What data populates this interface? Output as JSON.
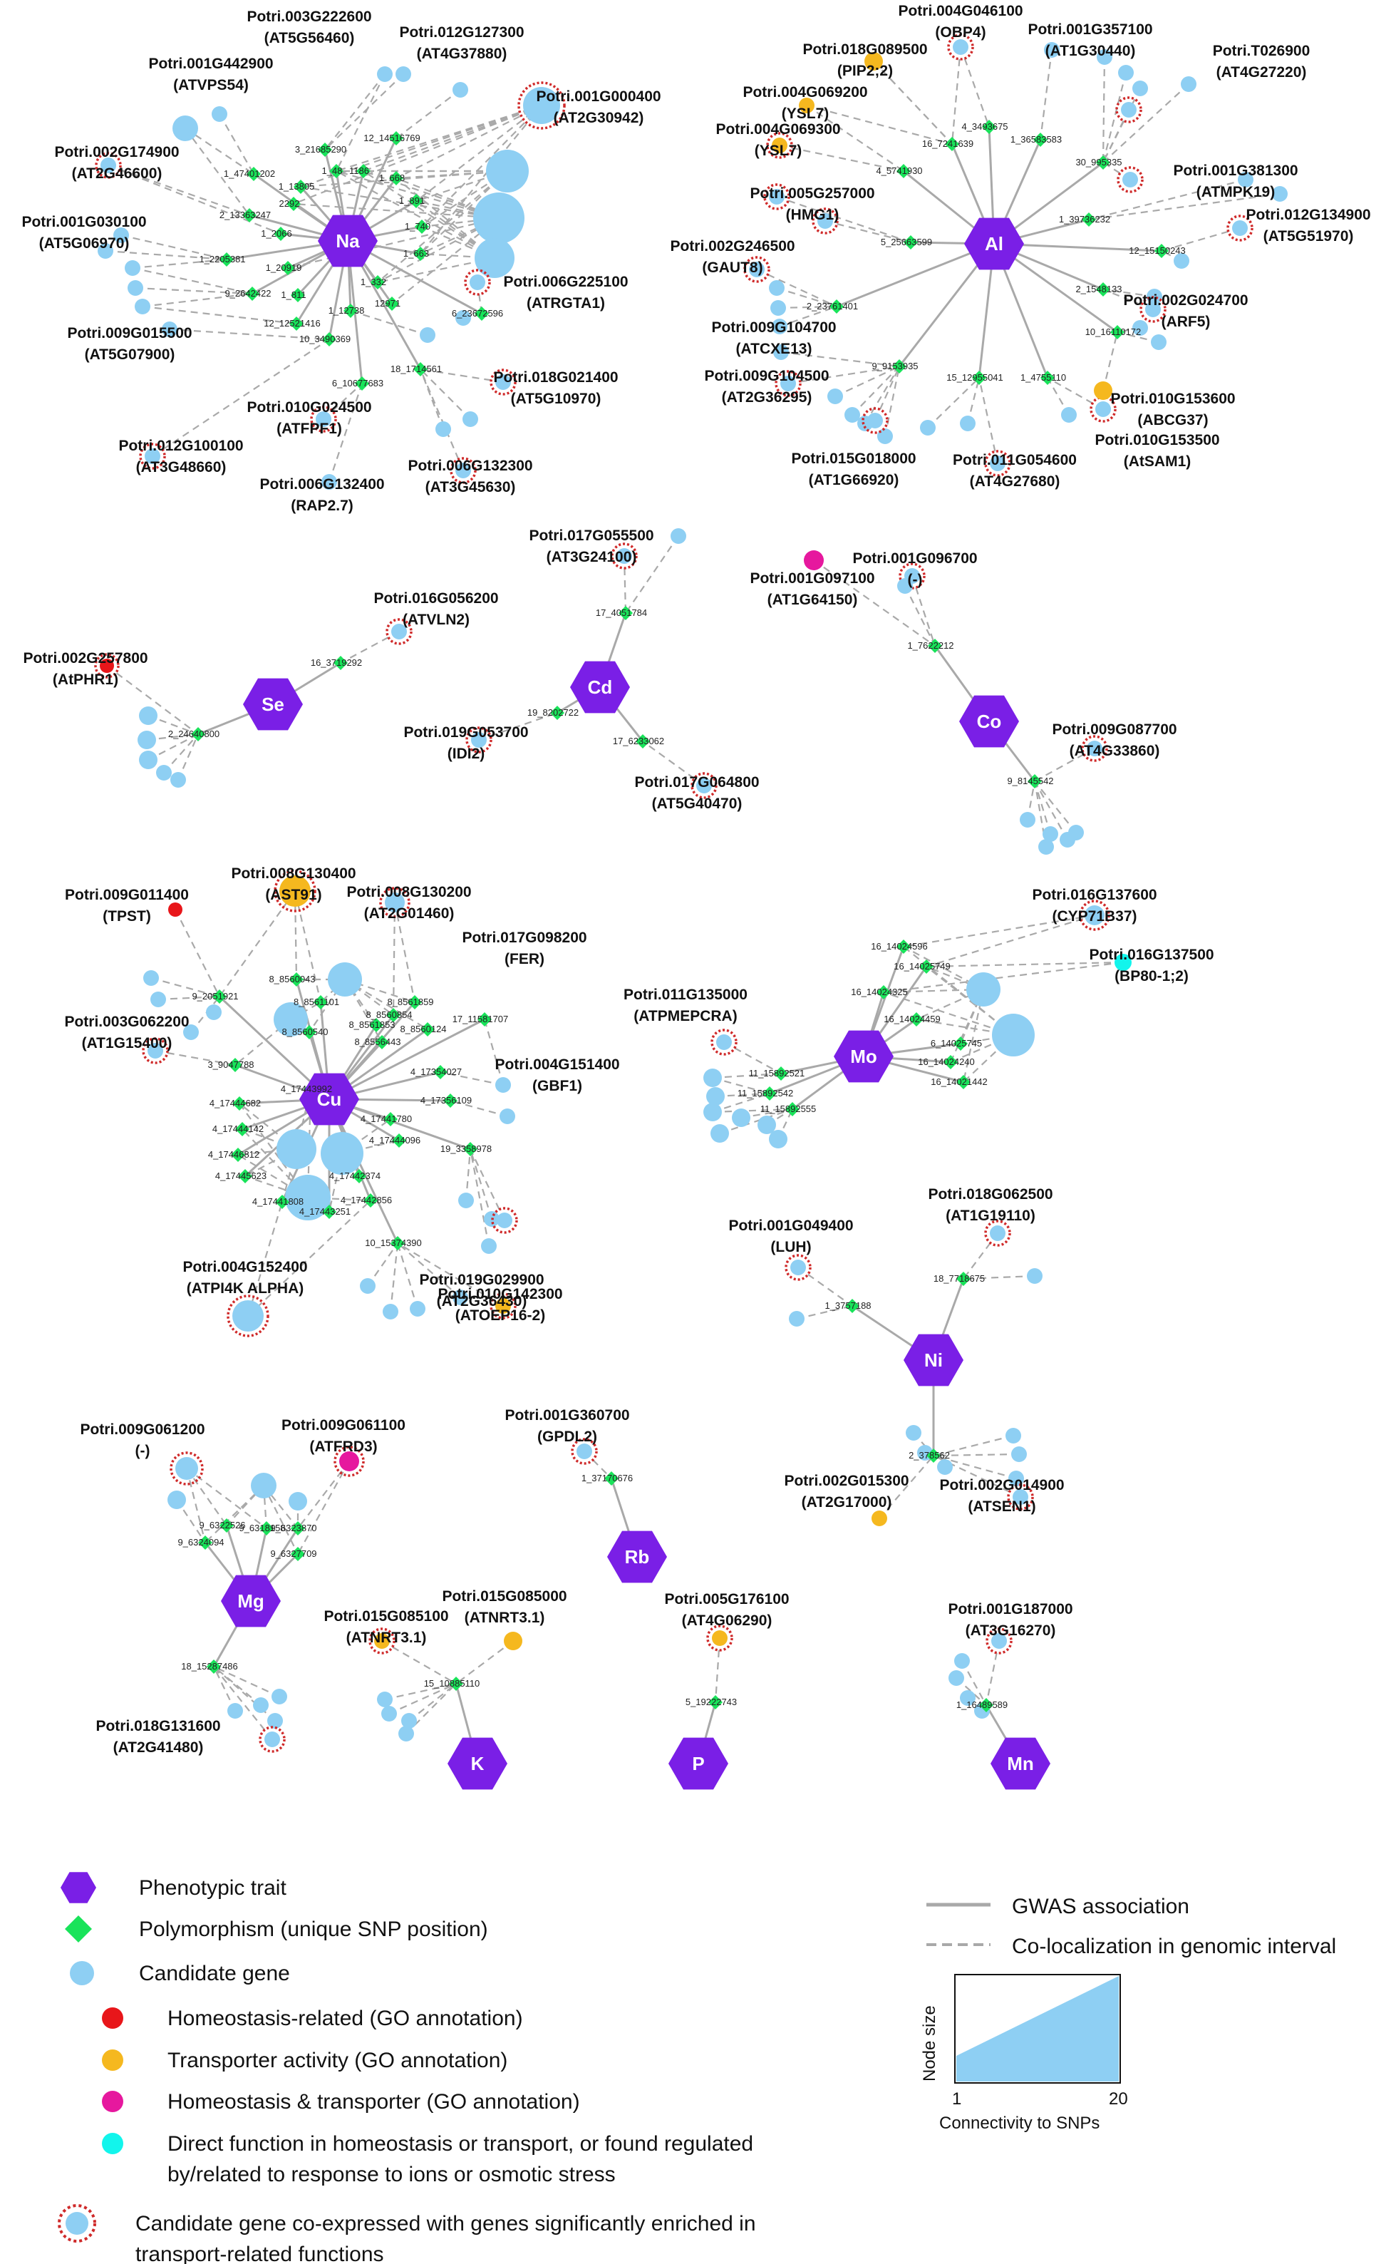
{
  "colors": {
    "trait": "#7a1fe6",
    "snp": "#19e35a",
    "gene": "#8ecff3",
    "homeostasis": "#e8161a",
    "transporter": "#f5b81f",
    "both": "#e6189e",
    "direct": "#12f5ec",
    "coexpr_ring": "#cf2a2a",
    "edge": "#a9a9a9"
  },
  "traits": [
    {
      "id": "Na",
      "label": "Na"
    },
    {
      "id": "Al",
      "label": "Al"
    },
    {
      "id": "Se",
      "label": "Se"
    },
    {
      "id": "Cd",
      "label": "Cd"
    },
    {
      "id": "Co",
      "label": "Co"
    },
    {
      "id": "Cu",
      "label": "Cu"
    },
    {
      "id": "Mo",
      "label": "Mo"
    },
    {
      "id": "Ni",
      "label": "Ni"
    },
    {
      "id": "Mg",
      "label": "Mg"
    },
    {
      "id": "Rb",
      "label": "Rb"
    },
    {
      "id": "K",
      "label": "K"
    },
    {
      "id": "P",
      "label": "P"
    },
    {
      "id": "Mn",
      "label": "Mn"
    }
  ],
  "gene_labels": [
    {
      "name": "Potri.003G222600",
      "alias": "(AT5G56460)"
    },
    {
      "name": "Potri.012G127300",
      "alias": "(AT4G37880)"
    },
    {
      "name": "Potri.001G442900",
      "alias": "(ATVPS54)"
    },
    {
      "name": "Potri.001G000400",
      "alias": "(AT2G30942)"
    },
    {
      "name": "Potri.002G174900",
      "alias": "(AT2G46600)"
    },
    {
      "name": "Potri.001G030100",
      "alias": "(AT5G06970)"
    },
    {
      "name": "Potri.006G225100",
      "alias": "(ATRGTA1)"
    },
    {
      "name": "Potri.009G015500",
      "alias": "(AT5G07900)"
    },
    {
      "name": "Potri.018G021400",
      "alias": "(AT5G10970)"
    },
    {
      "name": "Potri.010G024500",
      "alias": "(ATFPF1)"
    },
    {
      "name": "Potri.012G100100",
      "alias": "(AT3G48660)"
    },
    {
      "name": "Potri.006G132300",
      "alias": "(AT3G45630)"
    },
    {
      "name": "Potri.006G132400",
      "alias": "(RAP2.7)"
    },
    {
      "name": "Potri.004G046100",
      "alias": "(OBP4)"
    },
    {
      "name": "Potri.018G089500",
      "alias": "(PIP2;2)"
    },
    {
      "name": "Potri.001G357100",
      "alias": "(AT1G30440)"
    },
    {
      "name": "Potri.T026900",
      "alias": "(AT4G27220)"
    },
    {
      "name": "Potri.004G069200",
      "alias": "(YSL7)"
    },
    {
      "name": "Potri.004G069300",
      "alias": "(YSL7)"
    },
    {
      "name": "Potri.001G381300",
      "alias": "(ATMPK19)"
    },
    {
      "name": "Potri.005G257000",
      "alias": "(HMG1)"
    },
    {
      "name": "Potri.012G134900",
      "alias": "(AT5G51970)"
    },
    {
      "name": "Potri.002G246500",
      "alias": "(GAUT8)"
    },
    {
      "name": "Potri.002G024700",
      "alias": "(ARF5)"
    },
    {
      "name": "Potri.009G104700",
      "alias": "(ATCXE13)"
    },
    {
      "name": "Potri.009G104500",
      "alias": "(AT2G36295)"
    },
    {
      "name": "Potri.010G153600",
      "alias": "(ABCG37)"
    },
    {
      "name": "Potri.010G153500",
      "alias": "(AtSAM1)"
    },
    {
      "name": "Potri.015G018000",
      "alias": "(AT1G66920)"
    },
    {
      "name": "Potri.011G054600",
      "alias": "(AT4G27680)"
    },
    {
      "name": "Potri.017G055500",
      "alias": "(AT3G24100)"
    },
    {
      "name": "Potri.001G096700",
      "alias": "(-)"
    },
    {
      "name": "Potri.001G097100",
      "alias": "(AT1G64150)"
    },
    {
      "name": "Potri.016G056200",
      "alias": "(ATVLN2)"
    },
    {
      "name": "Potri.002G257800",
      "alias": "(AtPHR1)"
    },
    {
      "name": "Potri.019G053700",
      "alias": "(IDI2)"
    },
    {
      "name": "Potri.009G087700",
      "alias": "(AT4G33860)"
    },
    {
      "name": "Potri.017G064800",
      "alias": "(AT5G40470)"
    },
    {
      "name": "Potri.008G130400",
      "alias": "(AST91)"
    },
    {
      "name": "Potri.009G011400",
      "alias": "(TPST)"
    },
    {
      "name": "Potri.008G130200",
      "alias": "(AT2G01460)"
    },
    {
      "name": "Potri.016G137600",
      "alias": "(CYP71B37)"
    },
    {
      "name": "Potri.017G098200",
      "alias": "(FER)"
    },
    {
      "name": "Potri.016G137500",
      "alias": "(BP80-1;2)"
    },
    {
      "name": "Potri.011G135000",
      "alias": "(ATPMEPCRA)"
    },
    {
      "name": "Potri.003G062200",
      "alias": "(AT1G15400)"
    },
    {
      "name": "Potri.004G151400",
      "alias": "(GBF1)"
    },
    {
      "name": "Potri.019G029900",
      "alias": "(AT2G36430)"
    },
    {
      "name": "Potri.018G062500",
      "alias": "(AT1G19110)"
    },
    {
      "name": "Potri.001G049400",
      "alias": "(LUH)"
    },
    {
      "name": "Potri.004G152400",
      "alias": "(ATPI4K ALPHA)"
    },
    {
      "name": "Potri.010G142300",
      "alias": "(ATOEP16-2)"
    },
    {
      "name": "Potri.009G061200",
      "alias": "(-)"
    },
    {
      "name": "Potri.009G061100",
      "alias": "(ATFRD3)"
    },
    {
      "name": "Potri.001G360700",
      "alias": "(GPDL2)"
    },
    {
      "name": "Potri.002G015300",
      "alias": "(AT2G17000)"
    },
    {
      "name": "Potri.002G014900",
      "alias": "(ATSEN1)"
    },
    {
      "name": "Potri.015G085000",
      "alias": "(ATNRT3.1)"
    },
    {
      "name": "Potri.015G085100",
      "alias": "(ATNRT3.1)"
    },
    {
      "name": "Potri.005G176100",
      "alias": "(AT4G06290)"
    },
    {
      "name": "Potri.001G187000",
      "alias": "(AT3G16270)"
    },
    {
      "name": "Potri.018G131600",
      "alias": "(AT2G41480)"
    }
  ],
  "snp_labels": [
    "3_21685290",
    "12_14516769",
    "1_47401202",
    "1_13805",
    "1_48",
    "1186",
    "1_668",
    "2_13363247",
    "2292",
    "1_2066",
    "1_891",
    "1_740",
    "1_663",
    "1_2205381",
    "1_20919",
    "9_2642422",
    "1_811",
    "1_332",
    "12_12521416",
    "1_12738",
    "12971",
    "6_23672596",
    "10_3490369",
    "6_10677683",
    "18_1714561",
    "16_7241639",
    "4_3493675",
    "1_36583583",
    "4_5741930",
    "30_995335",
    "1_39736232",
    "12_15150243",
    "5_25663599",
    "2_1548133",
    "2_23761401",
    "10_16110172",
    "9_9153935",
    "15_12955041",
    "1_4755110",
    "17_4051784",
    "1_7622212",
    "16_3719292",
    "19_8202722",
    "2_24640800",
    "17_6233062",
    "9_8145542",
    "8_8560043",
    "8_8561101",
    "8_8561859",
    "9_2051921",
    "8_8560854",
    "8_8560124",
    "17_11581707",
    "8_8560540",
    "8_8561853",
    "8_8556443",
    "3_9047788",
    "4_17443992",
    "4_17354027",
    "4_17444682",
    "4_17356109",
    "4_17444142",
    "4_17441780",
    "4_17446812",
    "4_17444096",
    "19_3358978",
    "4_17445623",
    "4_17442374",
    "4_17441808",
    "4_17442856",
    "4_17443251",
    "10_15374390",
    "16_14024596",
    "16_14025749",
    "16_14024325",
    "16_14024459",
    "6_14025745",
    "16_14024240",
    "16_14021442",
    "11_15892521",
    "11_15892542",
    "11_15892555",
    "18_7718675",
    "1_3757188",
    "2_378562",
    "9_6322526",
    "9_6318158",
    "9_6323870",
    "9_6324094",
    "9_6327709",
    "1_37170676",
    "18_15287486",
    "15_10885110",
    "5_19222743",
    "1_16489589"
  ],
  "legend": {
    "trait": "Phenotypic trait",
    "snp": "Polymorphism (unique SNP position)",
    "gene": "Candidate gene",
    "homeostasis": "Homeostasis-related (GO annotation)",
    "transporter": "Transporter activity (GO annotation)",
    "both": "Homeostasis & transporter (GO annotation)",
    "direct_line1": "Direct function in homeostasis or transport, or found regulated",
    "direct_line2": "by/related to response to ions or osmotic stress",
    "coexpr_line1": "Candidate gene co-expressed with genes significantly enriched in",
    "coexpr_line2": "transport-related functions",
    "gwas": "GWAS association",
    "coloc": "Co-localization in genomic interval",
    "node_size_axis": "Node size",
    "connectivity_axis": "Connectivity to SNPs",
    "scale_min": "1",
    "scale_max": "20"
  }
}
